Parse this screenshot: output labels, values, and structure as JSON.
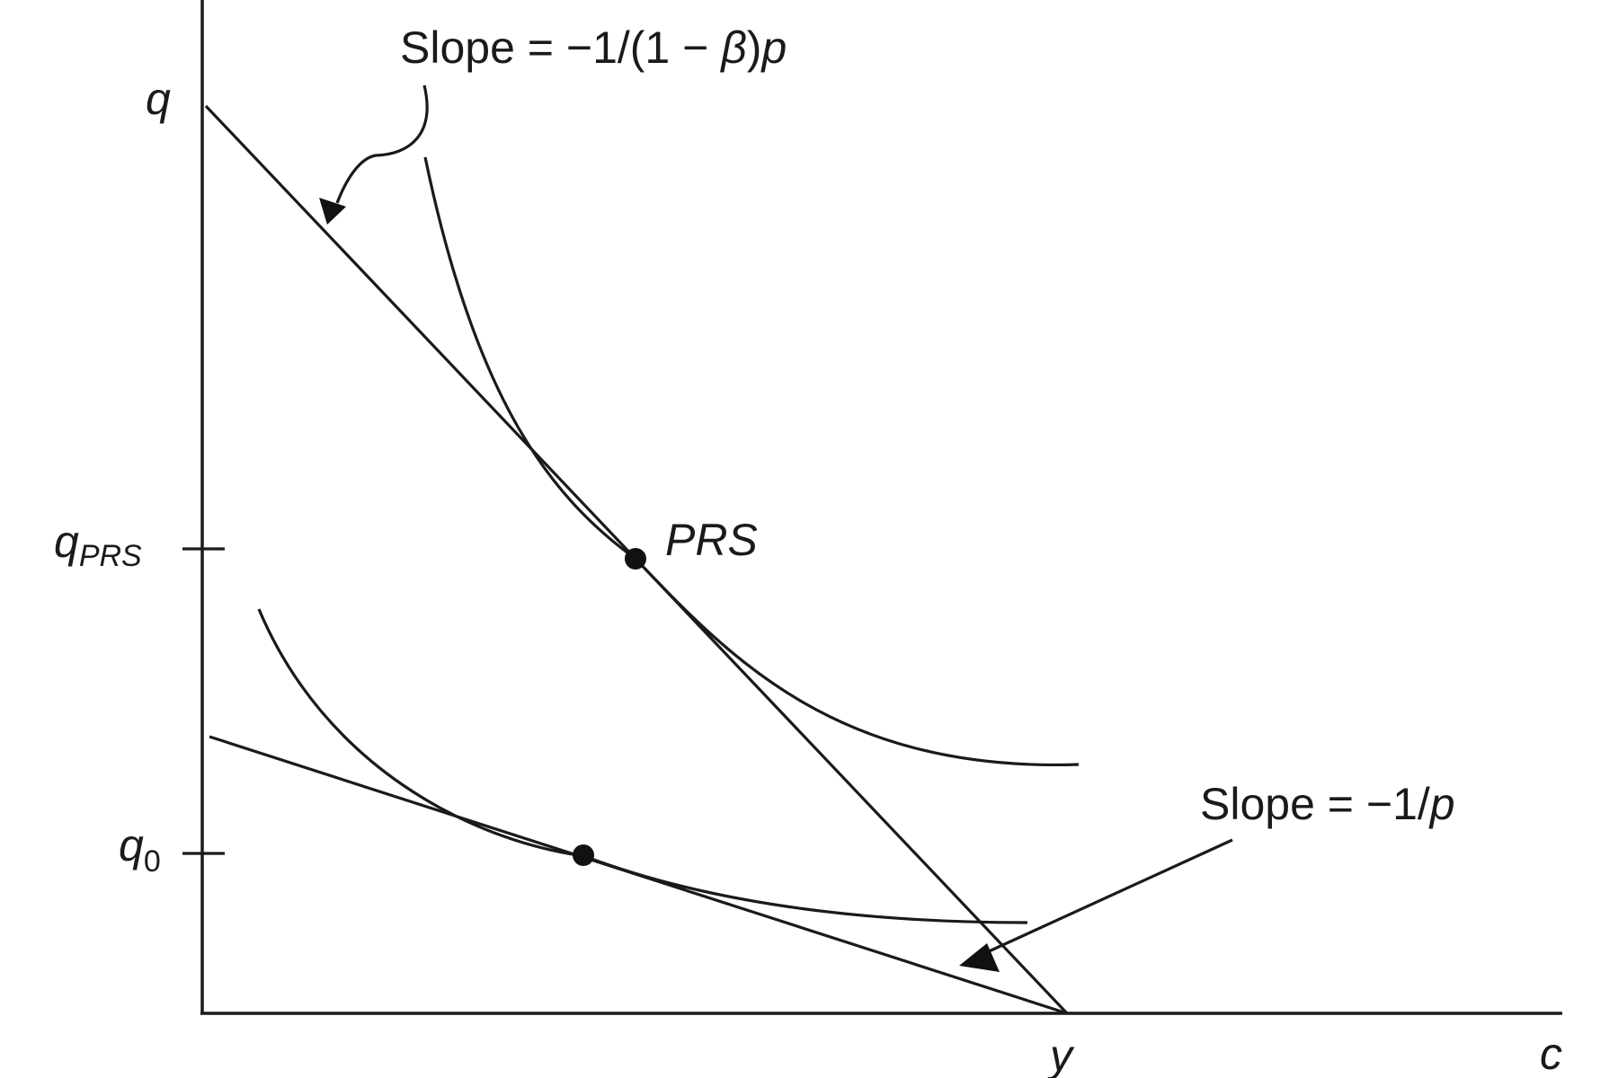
{
  "diagram": {
    "y_axis_label": "q",
    "x_axis_label": "c",
    "y_ticks": {
      "q_prs": {
        "base": "q",
        "sub": "PRS"
      },
      "q_0": {
        "base": "q",
        "sub": "0"
      }
    },
    "x_ticks": {
      "y": "y"
    },
    "point_label": "PRS",
    "annotations": {
      "steep_slope": {
        "prefix": "Slope = −1/(1 − ",
        "beta": "β",
        "close": ")",
        "p": "p"
      },
      "shallow_slope": {
        "prefix": "Slope = −1/",
        "p": "p"
      }
    },
    "colors": {
      "ink": "#1a1a1a",
      "background": "#ffffff"
    }
  }
}
